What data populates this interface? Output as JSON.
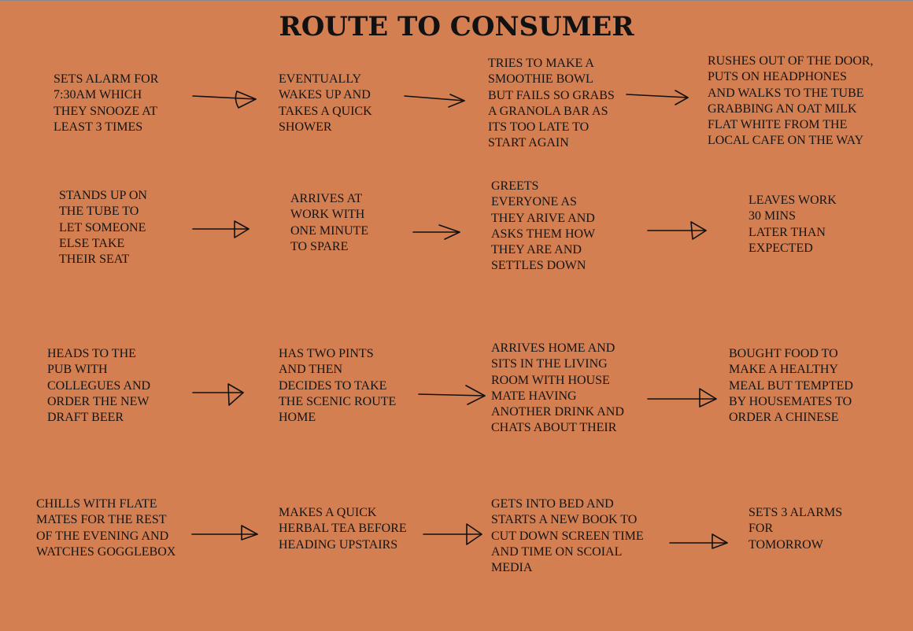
{
  "title": "ROUTE TO CONSUMER",
  "rows": [
    {
      "steps": [
        "SETS ALARM FOR\n7:30AM WHICH\nTHEY SNOOZE AT\nLEAST 3 TIMES",
        "EVENTUALLY\nWAKES UP AND\nTAKES A QUICK\nSHOWER",
        "TRIES TO MAKE A\nSMOOTHIE BOWL\nBUT FAILS SO GRABS\nA GRANOLA BAR AS\nITS TOO LATE TO\nSTART AGAIN",
        "RUSHES OUT OF THE DOOR,\nPUTS ON HEADPHONES\nAND WALKS TO THE TUBE\nGRABBING AN OAT MILK\nFLAT WHITE FROM THE\nLOCAL CAFE ON THE WAY"
      ]
    },
    {
      "steps": [
        "STANDS UP ON\nTHE TUBE TO\nLET SOMEONE\nELSE TAKE\nTHEIR SEAT",
        "ARRIVES AT\nWORK WITH\nONE MINUTE\nTO SPARE",
        "GREETS\nEVERYONE AS\nTHEY ARIVE AND\nASKS THEM HOW\nTHEY ARE AND\nSETTLES DOWN",
        "LEAVES WORK\n30 MINS\nLATER THAN\nEXPECTED"
      ]
    },
    {
      "steps": [
        "HEADS TO THE\nPUB WITH\nCOLLEGUES AND\nORDER THE NEW\nDRAFT BEER",
        "HAS TWO PINTS\nAND THEN\nDECIDES TO TAKE\nTHE SCENIC ROUTE\nHOME",
        "ARRIVES HOME AND\nSITS IN THE LIVING\nROOM WITH HOUSE\nMATE HAVING\nANOTHER DRINK AND\nCHATS ABOUT THEIR",
        "BOUGHT FOOD TO\nMAKE A HEALTHY\nMEAL BUT TEMPTED\nBY HOUSEMATES TO\nORDER A CHINESE"
      ]
    },
    {
      "steps": [
        "CHILLS WITH FLATE\nMATES FOR THE REST\nOF THE EVENING AND\nWATCHES GOGGLEBOX",
        "MAKES A QUICK\nHERBAL TEA BEFORE\nHEADING UPSTAIRS",
        "GETS INTO BED AND\nSTARTS A NEW BOOK TO\nCUT DOWN SCREEN TIME\nAND TIME ON SCOIAL\nMEDIA",
        "SETS 3 ALARMS\nFOR\nTOMORROW"
      ]
    }
  ]
}
